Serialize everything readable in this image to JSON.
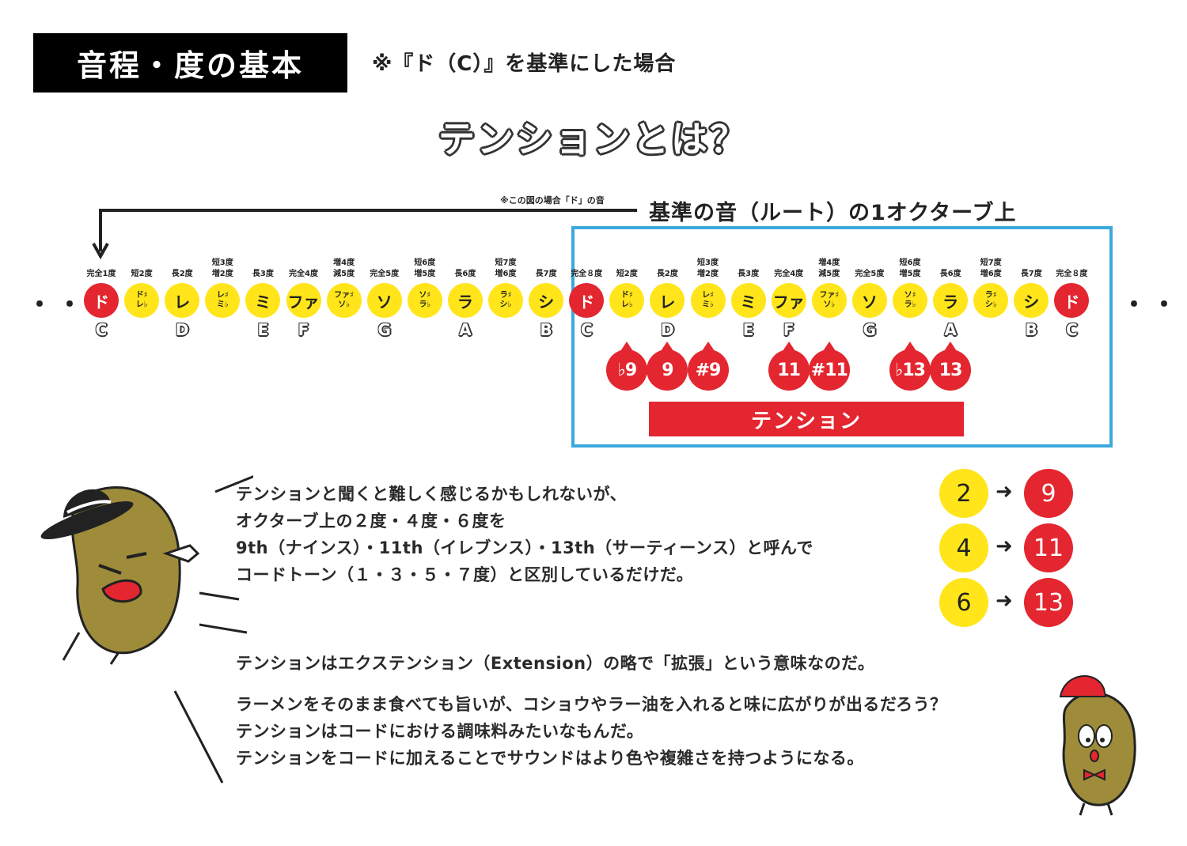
{
  "header": {
    "title": "音程・度の基本",
    "note": "※『ド（C）』を基準にした場合"
  },
  "main_title": "テンションとは？",
  "root_small_note": "※この図の場合「ド」の音",
  "root_note": "基準の音（ルート）の1オクターブ上",
  "ellipsis": "・・・",
  "scale": [
    {
      "deg": [
        "完全1度"
      ],
      "note": "ド",
      "color": "red",
      "letter": "C"
    },
    {
      "deg": [
        "短2度"
      ],
      "note": "ド♯\nレ♭",
      "color": "yel",
      "letter": ""
    },
    {
      "deg": [
        "長2度"
      ],
      "note": "レ",
      "color": "yel",
      "letter": "D"
    },
    {
      "deg": [
        "短3度",
        "増2度"
      ],
      "note": "レ♯\nミ♭",
      "color": "yel",
      "letter": ""
    },
    {
      "deg": [
        "長3度"
      ],
      "note": "ミ",
      "color": "yel",
      "letter": "E"
    },
    {
      "deg": [
        "完全4度"
      ],
      "note": "ファ",
      "color": "yel",
      "letter": "F"
    },
    {
      "deg": [
        "増4度",
        "減5度"
      ],
      "note": "ファ♯\nソ♭",
      "color": "yel",
      "letter": ""
    },
    {
      "deg": [
        "完全5度"
      ],
      "note": "ソ",
      "color": "yel",
      "letter": "G"
    },
    {
      "deg": [
        "短6度",
        "増5度"
      ],
      "note": "ソ♯\nラ♭",
      "color": "yel",
      "letter": ""
    },
    {
      "deg": [
        "長6度"
      ],
      "note": "ラ",
      "color": "yel",
      "letter": "A"
    },
    {
      "deg": [
        "短7度",
        "増6度"
      ],
      "note": "ラ♯\nシ♭",
      "color": "yel",
      "letter": ""
    },
    {
      "deg": [
        "長7度"
      ],
      "note": "シ",
      "color": "yel",
      "letter": "B"
    },
    {
      "deg": [
        "完全８度"
      ],
      "note": "ド",
      "color": "red",
      "letter": "C"
    },
    {
      "deg": [
        "短2度"
      ],
      "note": "ド♯\nレ♭",
      "color": "yel",
      "letter": ""
    },
    {
      "deg": [
        "長2度"
      ],
      "note": "レ",
      "color": "yel",
      "letter": "D"
    },
    {
      "deg": [
        "短3度",
        "増2度"
      ],
      "note": "レ♯\nミ♭",
      "color": "yel",
      "letter": ""
    },
    {
      "deg": [
        "長3度"
      ],
      "note": "ミ",
      "color": "yel",
      "letter": "E"
    },
    {
      "deg": [
        "完全4度"
      ],
      "note": "ファ",
      "color": "yel",
      "letter": "F"
    },
    {
      "deg": [
        "増4度",
        "減5度"
      ],
      "note": "ファ♯\nソ♭",
      "color": "yel",
      "letter": ""
    },
    {
      "deg": [
        "完全5度"
      ],
      "note": "ソ",
      "color": "yel",
      "letter": "G"
    },
    {
      "deg": [
        "短6度",
        "増5度"
      ],
      "note": "ソ♯\nラ♭",
      "color": "yel",
      "letter": ""
    },
    {
      "deg": [
        "長6度"
      ],
      "note": "ラ",
      "color": "yel",
      "letter": "A"
    },
    {
      "deg": [
        "短7度",
        "増6度"
      ],
      "note": "ラ♯\nシ♭",
      "color": "yel",
      "letter": ""
    },
    {
      "deg": [
        "長7度"
      ],
      "note": "シ",
      "color": "yel",
      "letter": "B"
    },
    {
      "deg": [
        "完全８度"
      ],
      "note": "ド",
      "color": "red",
      "letter": "C"
    }
  ],
  "tensions": [
    {
      "label": "♭9",
      "note_index": 13
    },
    {
      "label": "9",
      "note_index": 14
    },
    {
      "label": "#9",
      "note_index": 15
    },
    {
      "label": "11",
      "note_index": 17
    },
    {
      "label": "#11",
      "note_index": 18
    },
    {
      "label": "♭13",
      "note_index": 20
    },
    {
      "label": "13",
      "note_index": 21
    }
  ],
  "tension_bar_label": "テンション",
  "paragraph1": [
    "テンションと聞くと難しく感じるかもしれないが、",
    "オクターブ上の２度・４度・６度を",
    "9th（ナインス）・11th（イレブンス）・13th（サーティーンス）と呼んで",
    "コードトーン（１・３・５・７度）と区別しているだけだ。"
  ],
  "paragraph2": "テンションはエクステンション（Extension）の略で「拡張」という意味なのだ。",
  "paragraph3": [
    "ラーメンをそのまま食べても旨いが、コショウやラー油を入れると味に広がりが出るだろう？",
    "テンションはコードにおける調味料みたいなもんだ。",
    "テンションをコードに加えることでサウンドはより色や複雑さを持つようになる。"
  ],
  "mapping": [
    {
      "from": "2",
      "to": "9"
    },
    {
      "from": "4",
      "to": "11"
    },
    {
      "from": "6",
      "to": "13"
    }
  ],
  "arrow_glyph": "➜",
  "colors": {
    "red": "#e3262f",
    "yellow": "#ffe51a",
    "blue": "#3ba9dc",
    "black": "#000000"
  },
  "icons": [
    "potato-character-hat-icon",
    "potato-character-cap-icon",
    "root-arrow-icon"
  ]
}
